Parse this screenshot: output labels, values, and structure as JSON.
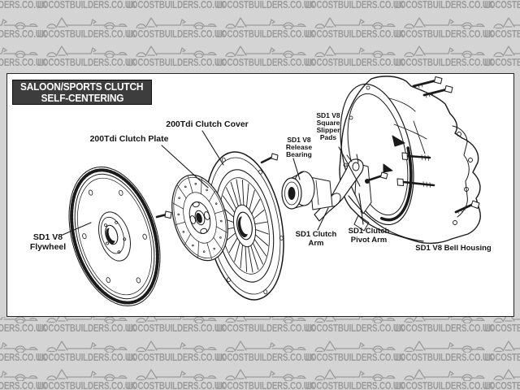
{
  "watermark": {
    "text": "LOCOSTBUILDERS.CO.UK"
  },
  "colors": {
    "band_bg": "#d4d4d4",
    "band_ink": "#9b9b9b",
    "paper": "#ffffff",
    "ink": "#1a1a1a",
    "title_bg": "#3d3d3d",
    "title_text": "#ffffff"
  },
  "title_box": {
    "line1": "SALOON/SPORTS CLUTCH",
    "line2": "SELF-CENTERING"
  },
  "labels": {
    "flywheel": {
      "lines": [
        "SD1 V8",
        "Flywheel"
      ]
    },
    "clutch_plate": {
      "lines": [
        "200Tdi Clutch Plate"
      ]
    },
    "clutch_cover": {
      "lines": [
        "200Tdi Clutch Cover"
      ]
    },
    "release_bearing": {
      "lines": [
        "SD1 V8",
        "Release",
        "Bearing"
      ]
    },
    "slipper_pads": {
      "lines": [
        "SD1 V8",
        "Square",
        "Slipper",
        "Pads"
      ]
    },
    "clutch_arm": {
      "lines": [
        "SD1 Clutch",
        "Arm"
      ]
    },
    "pivot_arm": {
      "lines": [
        "SD1 Clutch",
        "Pivot Arm"
      ]
    },
    "bell_housing": {
      "lines": [
        "SD1 V8 Bell Housing"
      ]
    }
  }
}
